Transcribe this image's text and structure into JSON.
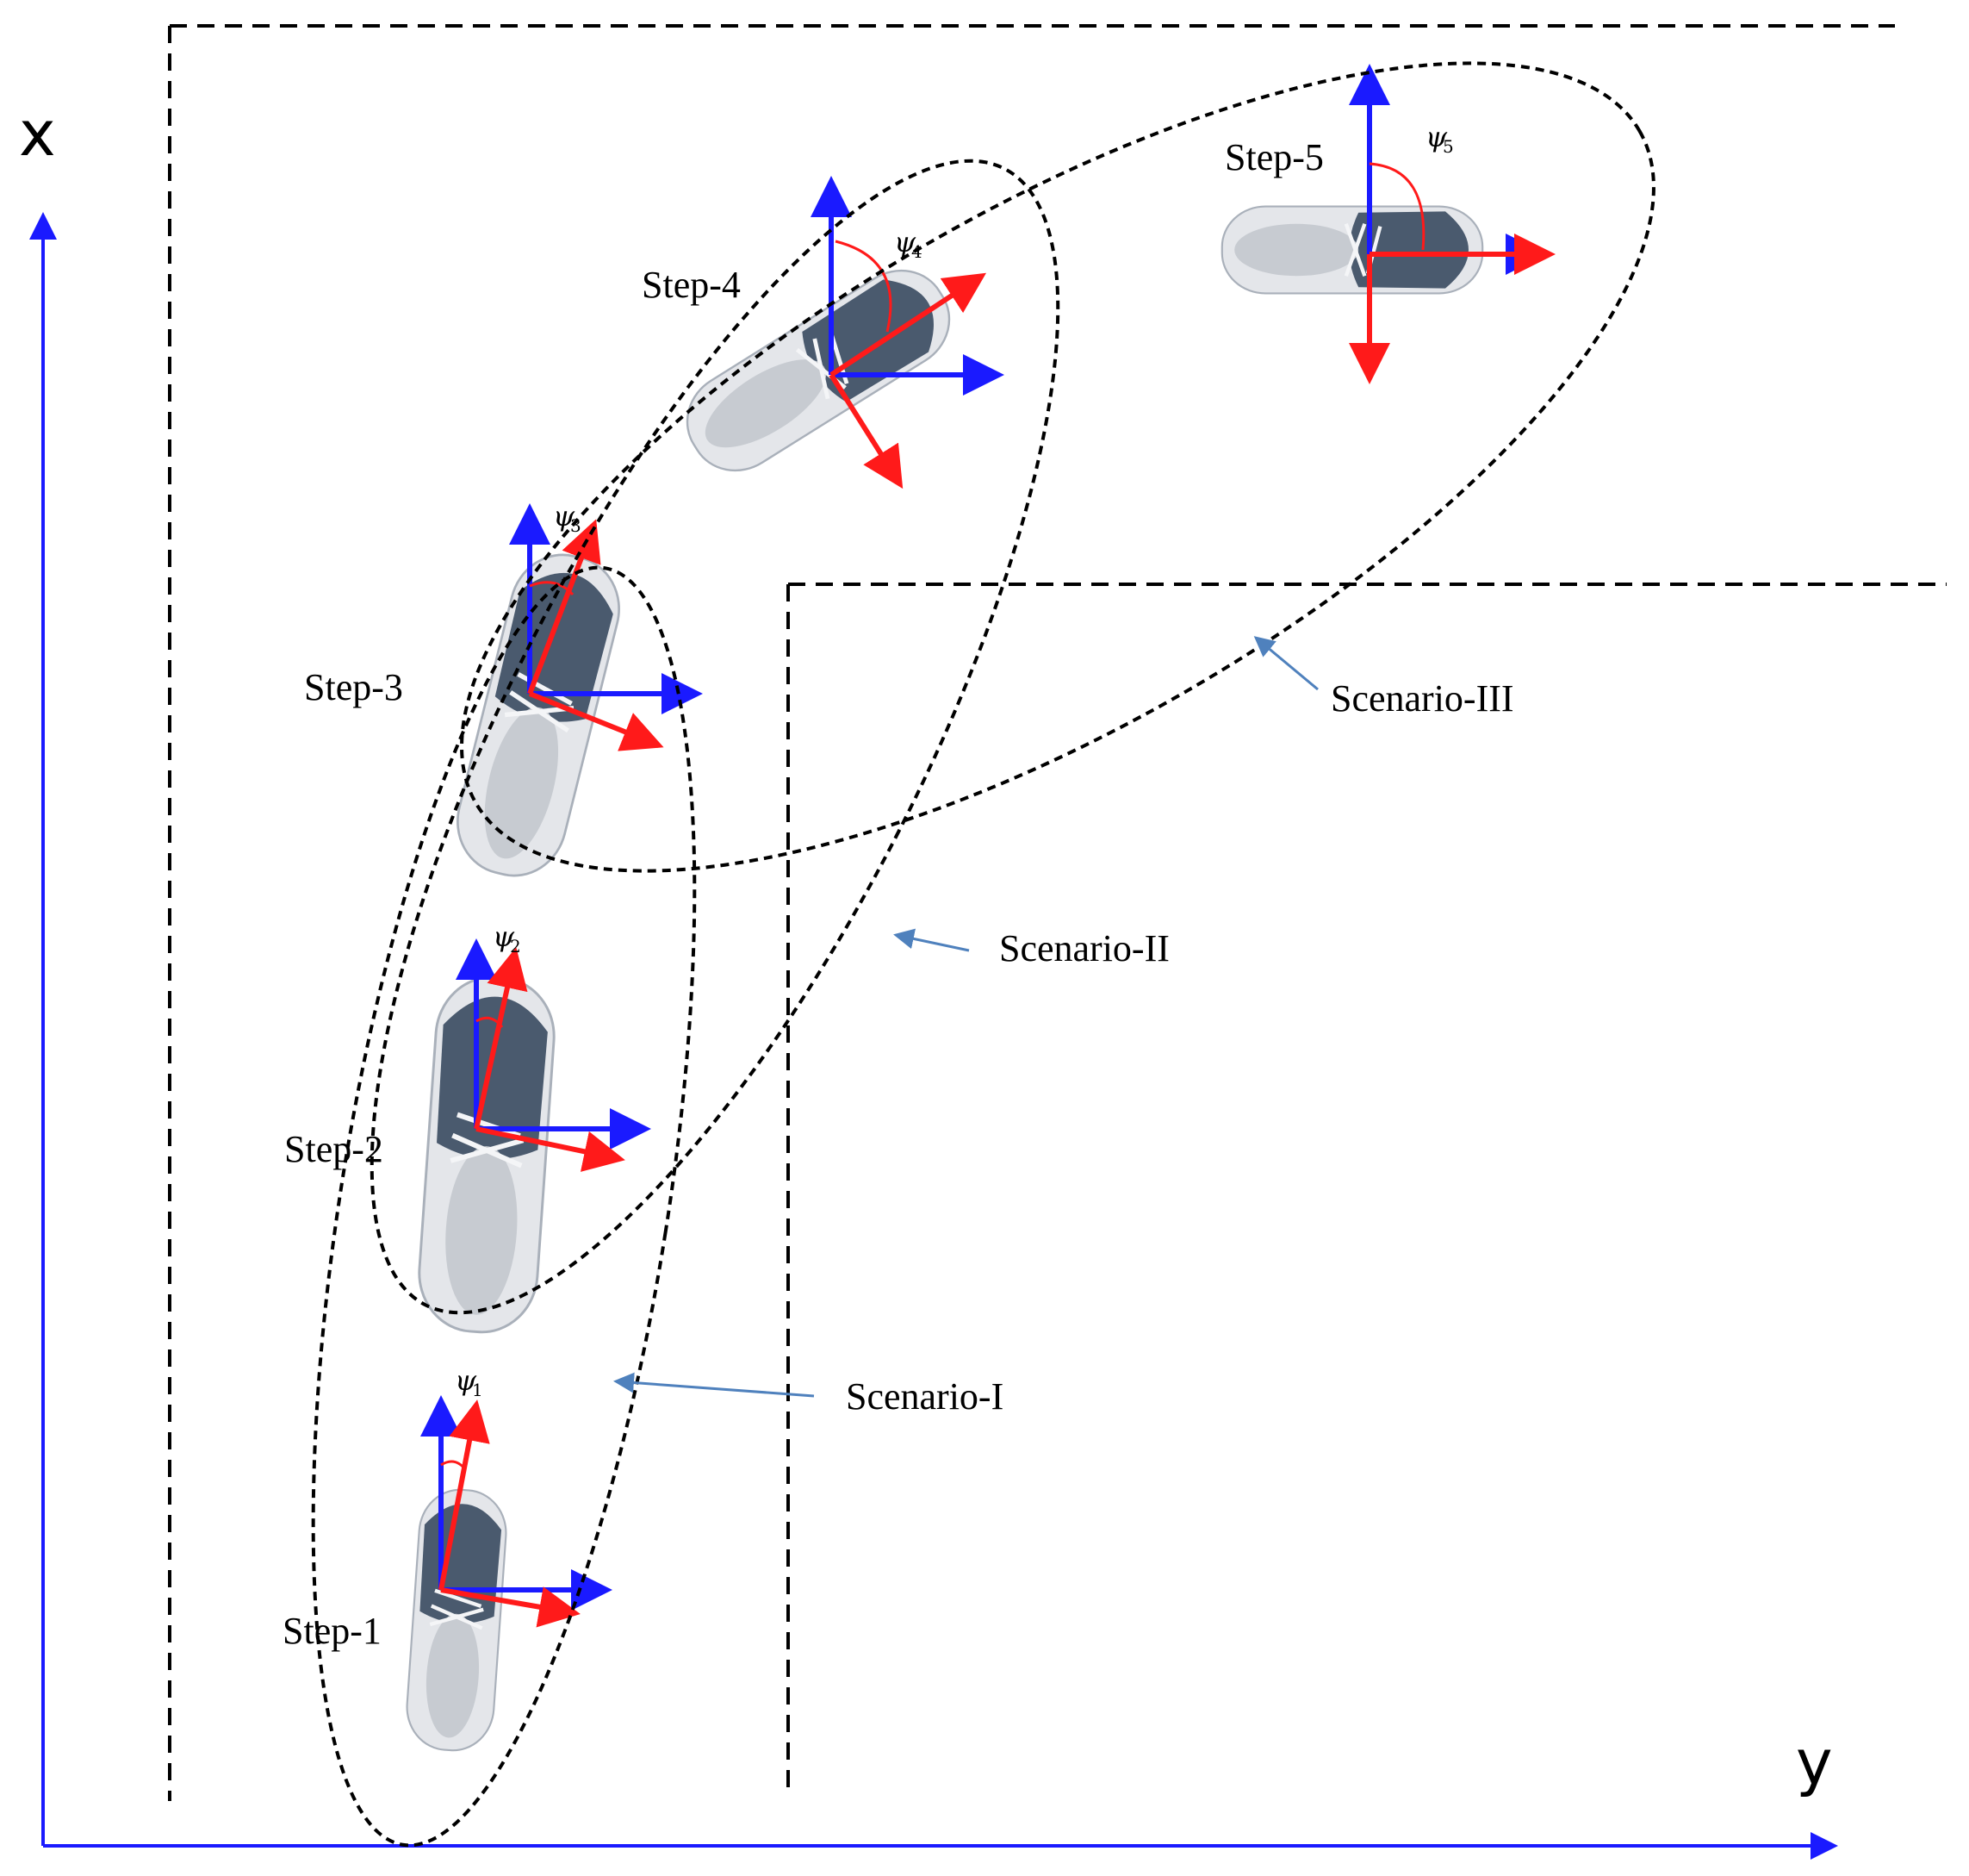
{
  "axes": {
    "x_label": "x",
    "y_label": "y"
  },
  "steps": [
    {
      "label": "Step-1",
      "angle_symbol": "ψ",
      "angle_index": "1"
    },
    {
      "label": "Step-2",
      "angle_symbol": "ψ",
      "angle_index": "2"
    },
    {
      "label": "Step-3",
      "angle_symbol": "ψ",
      "angle_index": "3"
    },
    {
      "label": "Step-4",
      "angle_symbol": "ψ",
      "angle_index": "4"
    },
    {
      "label": "Step-5",
      "angle_symbol": "ψ",
      "angle_index": "5"
    }
  ],
  "scenarios": [
    {
      "label": "Scenario-I"
    },
    {
      "label": "Scenario-II"
    },
    {
      "label": "Scenario-III"
    }
  ],
  "colors": {
    "world_axes": "#1a1aff",
    "body_axes": "#ff1a1a",
    "annotation_arrow": "#4f81bd",
    "boundary": "#000000",
    "shoe_upper": "#4a5a6e",
    "shoe_sole": "#e4e6ea"
  }
}
